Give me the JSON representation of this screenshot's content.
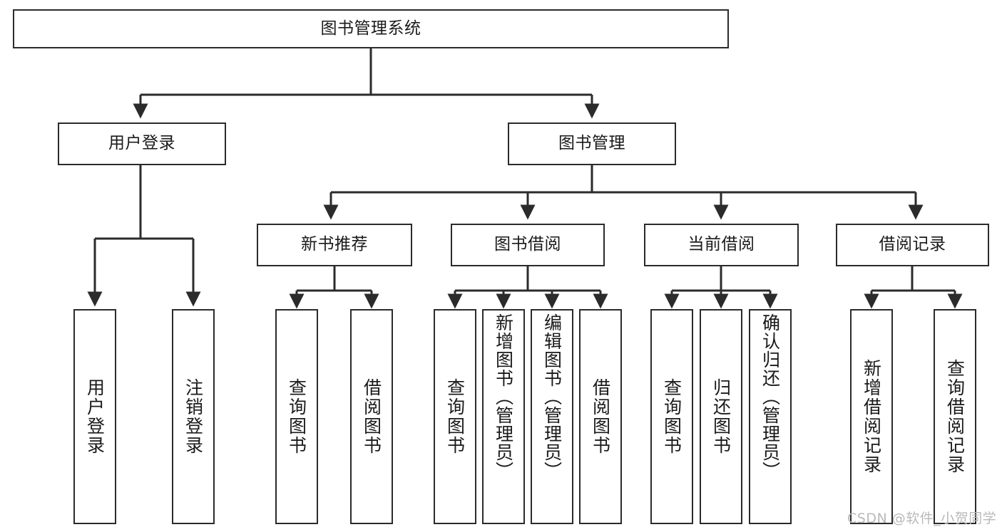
{
  "diagram": {
    "type": "tree",
    "title": "图书管理系统",
    "watermark": "CSDN @软件_小贺同学",
    "colors": {
      "node_border": "#2b2b2b",
      "node_fill": "#ffffff",
      "edge": "#2b2b2b",
      "text": "#1a1a1a",
      "watermark": "#b9b9b9"
    }
  },
  "nodes": {
    "root": {
      "label": "图书管理系统"
    },
    "level2": [
      {
        "id": "user-login",
        "label": "用户登录"
      },
      {
        "id": "book-manage",
        "label": "图书管理"
      }
    ],
    "level3": [
      {
        "id": "new-book-recommend",
        "label": "新书推荐"
      },
      {
        "id": "book-borrow",
        "label": "图书借阅"
      },
      {
        "id": "current-borrow",
        "label": "当前借阅"
      },
      {
        "id": "borrow-record",
        "label": "借阅记录"
      }
    ],
    "leaves": {
      "user_login": [
        {
          "id": "leaf-user-login",
          "label": "用户登录"
        },
        {
          "id": "leaf-logout",
          "label": "注销登录"
        }
      ],
      "new_book_recommend": [
        {
          "id": "leaf-query-book-1",
          "label": "查询图书"
        },
        {
          "id": "leaf-borrow-book-1",
          "label": "借阅图书"
        }
      ],
      "book_borrow": [
        {
          "id": "leaf-query-book-2",
          "label": "查询图书"
        },
        {
          "id": "leaf-add-book",
          "label": "新增图书（管理员）"
        },
        {
          "id": "leaf-edit-book",
          "label": "编辑图书（管理员）"
        },
        {
          "id": "leaf-borrow-book-2",
          "label": "借阅图书"
        }
      ],
      "current_borrow": [
        {
          "id": "leaf-query-book-3",
          "label": "查询图书"
        },
        {
          "id": "leaf-return-book",
          "label": "归还图书"
        },
        {
          "id": "leaf-confirm-return",
          "label": "确认归还（管理员）"
        }
      ],
      "borrow_record": [
        {
          "id": "leaf-add-record",
          "label": "新增借阅记录"
        },
        {
          "id": "leaf-query-record",
          "label": "查询借阅记录"
        }
      ]
    }
  }
}
